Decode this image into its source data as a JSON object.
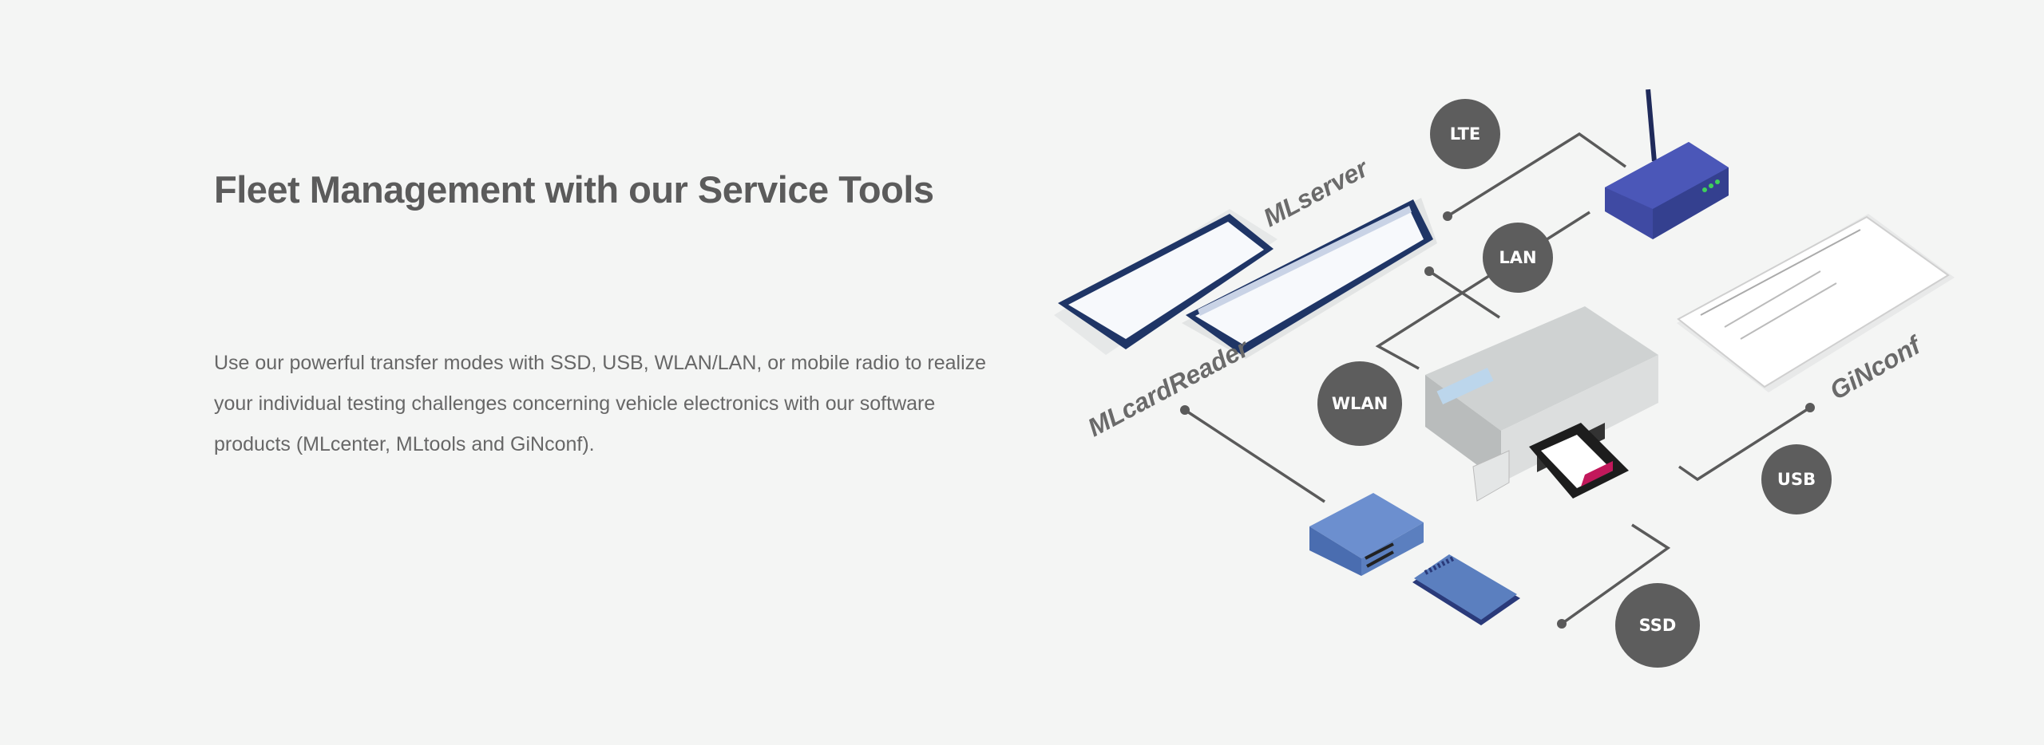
{
  "heading": "Fleet Management with our Service Tools",
  "description": "Use our powerful transfer modes with SSD, USB, WLAN/LAN, or mobile radio to realize your individual testing challenges  concerning vehicle electronics with our software products (MLcenter, MLtools and GiNconf).",
  "diagram": {
    "badges": {
      "lte": "LTE",
      "lan": "LAN",
      "wlan": "WLAN",
      "usb": "USB",
      "ssd": "SSD"
    },
    "products": {
      "mlserver": "MLserver",
      "mlcardreader": "MLcardReader",
      "ginconf": "GiNconf"
    },
    "colors": {
      "badge": "#5d5d5d",
      "device_blue": "#4550a8",
      "reader_blue": "#5b7fbf",
      "tablet_navy": "#1f3566"
    }
  }
}
